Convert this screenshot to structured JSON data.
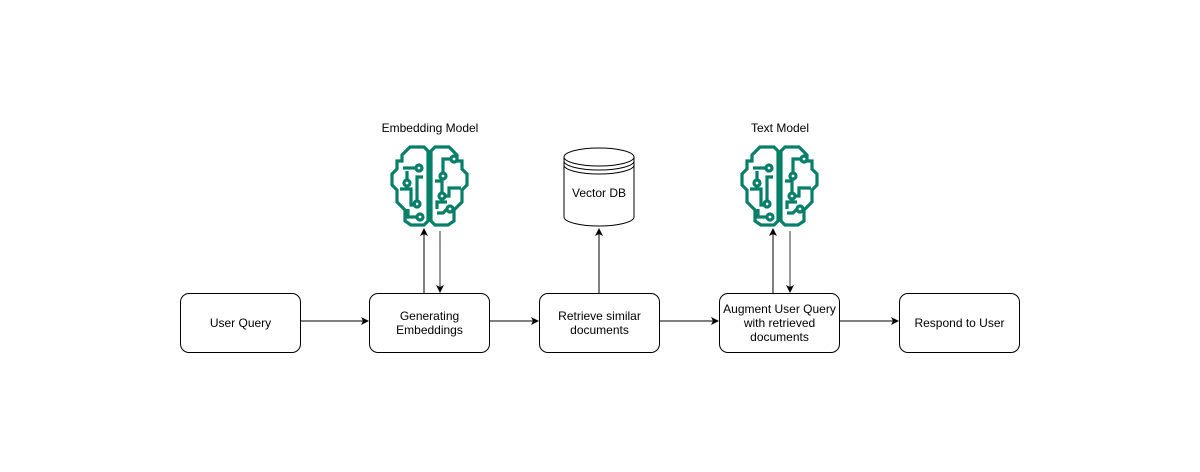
{
  "diagram": {
    "models": {
      "embedding": {
        "label": "Embedding Model",
        "icon": "brain-circuit-icon"
      },
      "text": {
        "label": "Text Model",
        "icon": "brain-circuit-icon"
      }
    },
    "database": {
      "label": "Vector DB",
      "icon": "database-cylinder-icon"
    },
    "steps": [
      {
        "id": "user-query",
        "label": "User Query"
      },
      {
        "id": "generating-embeddings",
        "label": "Generating\nEmbeddings"
      },
      {
        "id": "retrieve-documents",
        "label": "Retrieve similar\ndocuments"
      },
      {
        "id": "augment-query",
        "label": "Augment User Query\nwith retrieved\ndocuments"
      },
      {
        "id": "respond",
        "label": "Respond to User"
      }
    ],
    "colors": {
      "icon": "#067F68",
      "stroke": "#000000",
      "background": "#ffffff"
    }
  }
}
